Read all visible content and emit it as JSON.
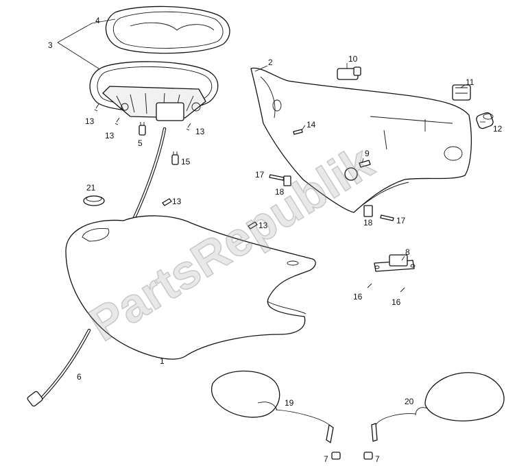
{
  "watermark": {
    "text": "PartsRepublik",
    "color": "#9a9a9a"
  },
  "callouts": [
    {
      "id": "c1",
      "text": "1"
    },
    {
      "id": "c2",
      "text": "2"
    },
    {
      "id": "c3",
      "text": "3"
    },
    {
      "id": "c4",
      "text": "4"
    },
    {
      "id": "c5",
      "text": "5"
    },
    {
      "id": "c6",
      "text": "6"
    },
    {
      "id": "c7a",
      "text": "7"
    },
    {
      "id": "c7b",
      "text": "7"
    },
    {
      "id": "c8",
      "text": "8"
    },
    {
      "id": "c9",
      "text": "9"
    },
    {
      "id": "c10",
      "text": "10"
    },
    {
      "id": "c11",
      "text": "11"
    },
    {
      "id": "c12",
      "text": "12"
    },
    {
      "id": "c13a",
      "text": "13"
    },
    {
      "id": "c13b",
      "text": "13"
    },
    {
      "id": "c13c",
      "text": "13"
    },
    {
      "id": "c13d",
      "text": "13"
    },
    {
      "id": "c13e",
      "text": "13"
    },
    {
      "id": "c14",
      "text": "14"
    },
    {
      "id": "c15",
      "text": "15"
    },
    {
      "id": "c16a",
      "text": "16"
    },
    {
      "id": "c16b",
      "text": "16"
    },
    {
      "id": "c17a",
      "text": "17"
    },
    {
      "id": "c17b",
      "text": "17"
    },
    {
      "id": "c18a",
      "text": "18"
    },
    {
      "id": "c18b",
      "text": "18"
    },
    {
      "id": "c19",
      "text": "19"
    },
    {
      "id": "c20",
      "text": "20"
    },
    {
      "id": "c21",
      "text": "21"
    }
  ]
}
